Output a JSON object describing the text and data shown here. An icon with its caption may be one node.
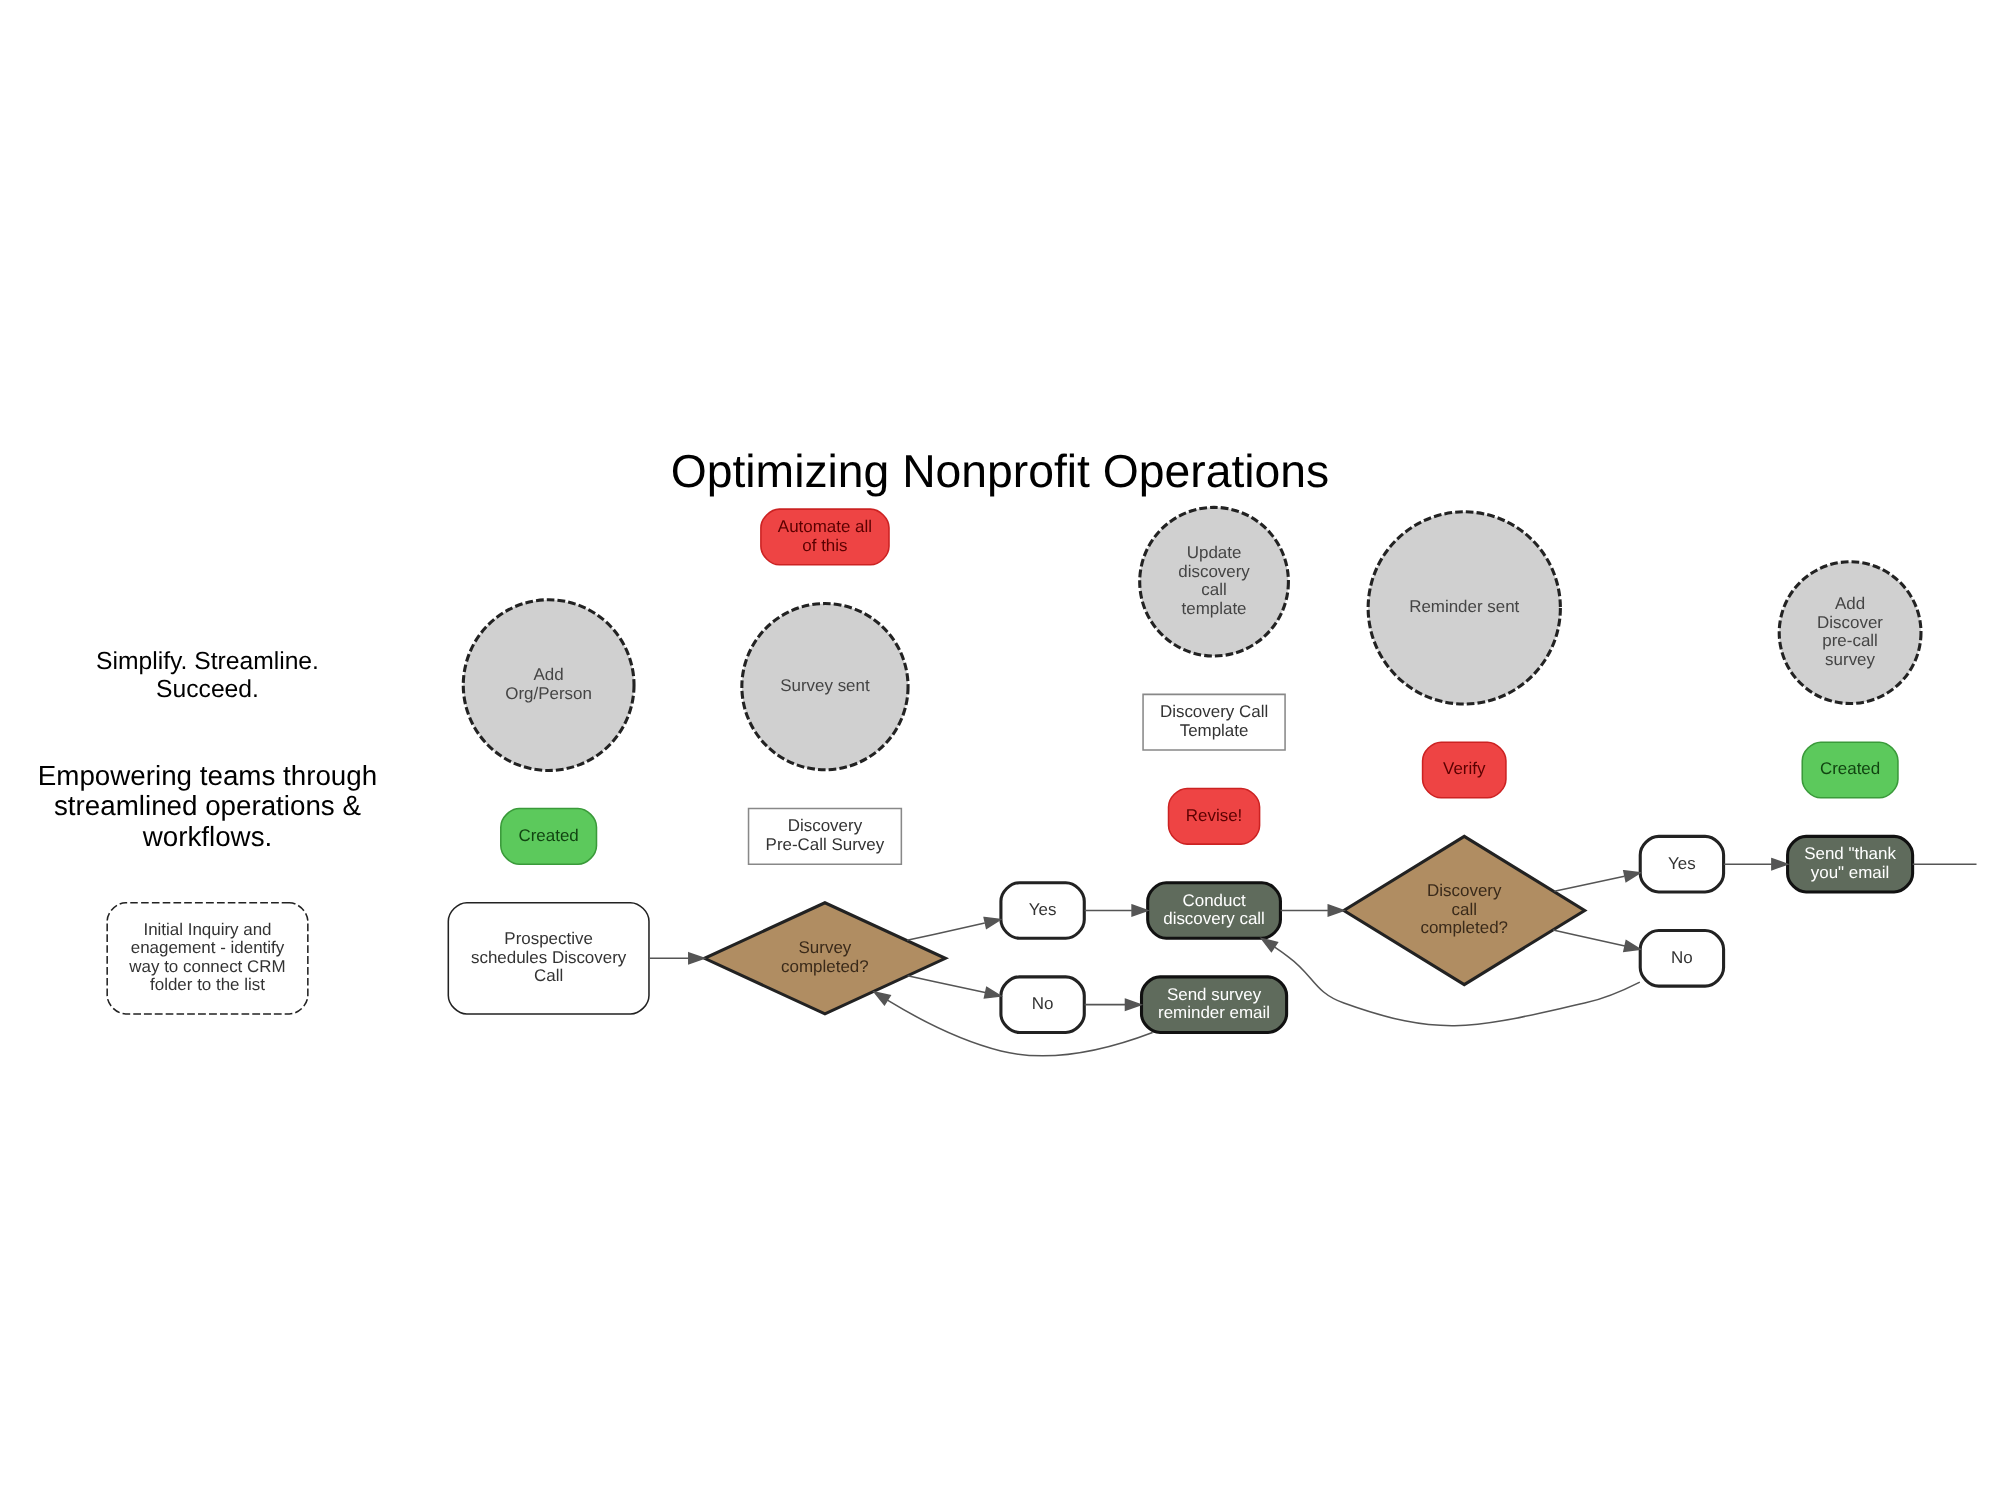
{
  "diagram": {
    "title": "Optimizing Nonprofit Operations",
    "nodes": [
      {
        "text": [
          "Initial Inquiry and enagement - identify way to connect CRM folder to the list"
        ]
      },
      {
        "text": [
          "Prospective schedules Discovery Call"
        ]
      },
      {
        "text": [
          "Created"
        ]
      },
      {
        "text": [
          "Add Org/Person"
        ]
      },
      {
        "text": [
          "Discovery Pre-Call Survey"
        ]
      },
      {
        "text": [
          "Survey completed?"
        ]
      },
      {
        "text": [
          "Yes"
        ]
      },
      {
        "text": [
          "No"
        ]
      },
      {
        "text": [
          "Conduct discovery call"
        ]
      },
      {
        "text": [
          "Send survey reminder email"
        ]
      },
      {
        "text": [
          "Survey sent"
        ]
      },
      {
        "text": [
          "Automate all of this"
        ]
      },
      {
        "text": [
          "Revise!"
        ]
      },
      {
        "text": [
          "Discovery Call Template"
        ]
      },
      {
        "text": [
          "Update discovery call template"
        ]
      },
      {
        "text": [
          "Discovery call completed?"
        ]
      },
      {
        "text": [
          "Yes"
        ]
      },
      {
        "text": [
          "No"
        ]
      },
      {
        "text": [
          "Reminder sent"
        ]
      },
      {
        "text": [
          "Verify"
        ]
      },
      {
        "text": [
          "Created"
        ]
      },
      {
        "text": [
          "Send \"thank you\" email"
        ]
      },
      {
        "text": [
          "Add Discover pre-call survey"
        ]
      }
    ],
    "edges": [
      {
        "from": 1,
        "to": 5,
        "arrow": "to"
      },
      {
        "from": 5,
        "to": 6,
        "arrow": "to"
      },
      {
        "from": 5,
        "to": 7,
        "arrow": "to"
      },
      {
        "from": 6,
        "to": 8,
        "arrow": "to"
      },
      {
        "from": 7,
        "to": 9,
        "arrow": "to"
      },
      {
        "from": 9,
        "to": 5,
        "arrow": "to"
      },
      {
        "from": 8,
        "to": 15,
        "arrow": "to"
      },
      {
        "from": 15,
        "to": 16,
        "arrow": "to"
      },
      {
        "from": 15,
        "to": 17,
        "arrow": "to"
      },
      {
        "from": 16,
        "to": 21,
        "arrow": "to"
      },
      {
        "from": 17,
        "to": 8,
        "arrow": "to"
      },
      {
        "from": 21,
        "to": null,
        "arrow": "none"
      }
    ],
    "labels": [
      "Empowering teams through streamlined operations & workflows.",
      "Simplify. Streamline. Succeed."
    ]
  }
}
